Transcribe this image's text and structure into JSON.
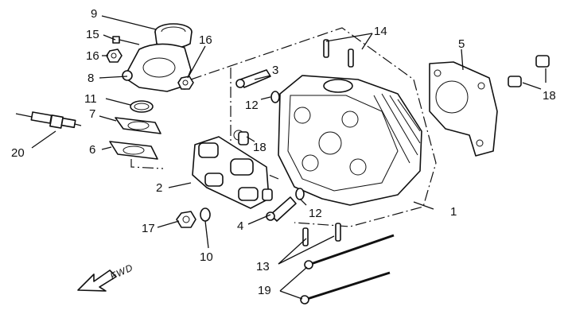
{
  "callouts": {
    "c1": "1",
    "c2": "2",
    "c3": "3",
    "c4": "4",
    "c5": "5",
    "c6": "6",
    "c7": "7",
    "c8": "8",
    "c9": "9",
    "c10": "10",
    "c11": "11",
    "c12a": "12",
    "c12b": "12",
    "c13": "13",
    "c14": "14",
    "c15": "15",
    "c16a": "16",
    "c16b": "16",
    "c17": "17",
    "c18a": "18",
    "c18b": "18",
    "c19": "19",
    "c20": "20"
  },
  "direction": {
    "label": "FWD"
  }
}
